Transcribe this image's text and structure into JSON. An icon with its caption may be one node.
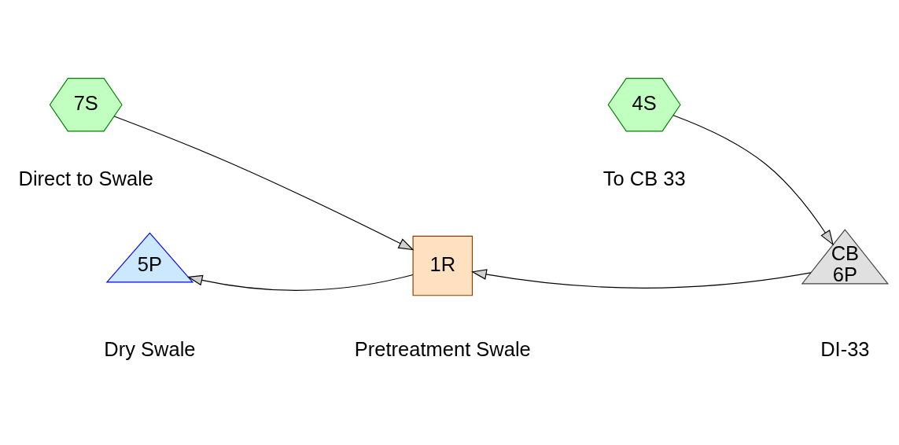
{
  "diagram": {
    "nodes": [
      {
        "text": [
          "7S"
        ],
        "beside": [
          "Direct to Swale"
        ]
      },
      {
        "text": [
          "4S"
        ],
        "beside": [
          "To CB 33"
        ]
      },
      {
        "text": [
          "5P"
        ],
        "beside": [
          "Dry Swale"
        ]
      },
      {
        "text": [
          "1R"
        ],
        "beside": [
          "Pretreatment Swale"
        ]
      },
      {
        "text": [
          "CB",
          "6P"
        ],
        "beside": [
          "DI-33"
        ]
      }
    ],
    "edges": [
      {
        "from": 0,
        "to": 3,
        "arrow": "to"
      },
      {
        "from": 1,
        "to": 4,
        "arrow": "to"
      },
      {
        "from": 4,
        "to": 3,
        "arrow": "to"
      },
      {
        "from": 3,
        "to": 2,
        "arrow": "to"
      }
    ]
  }
}
